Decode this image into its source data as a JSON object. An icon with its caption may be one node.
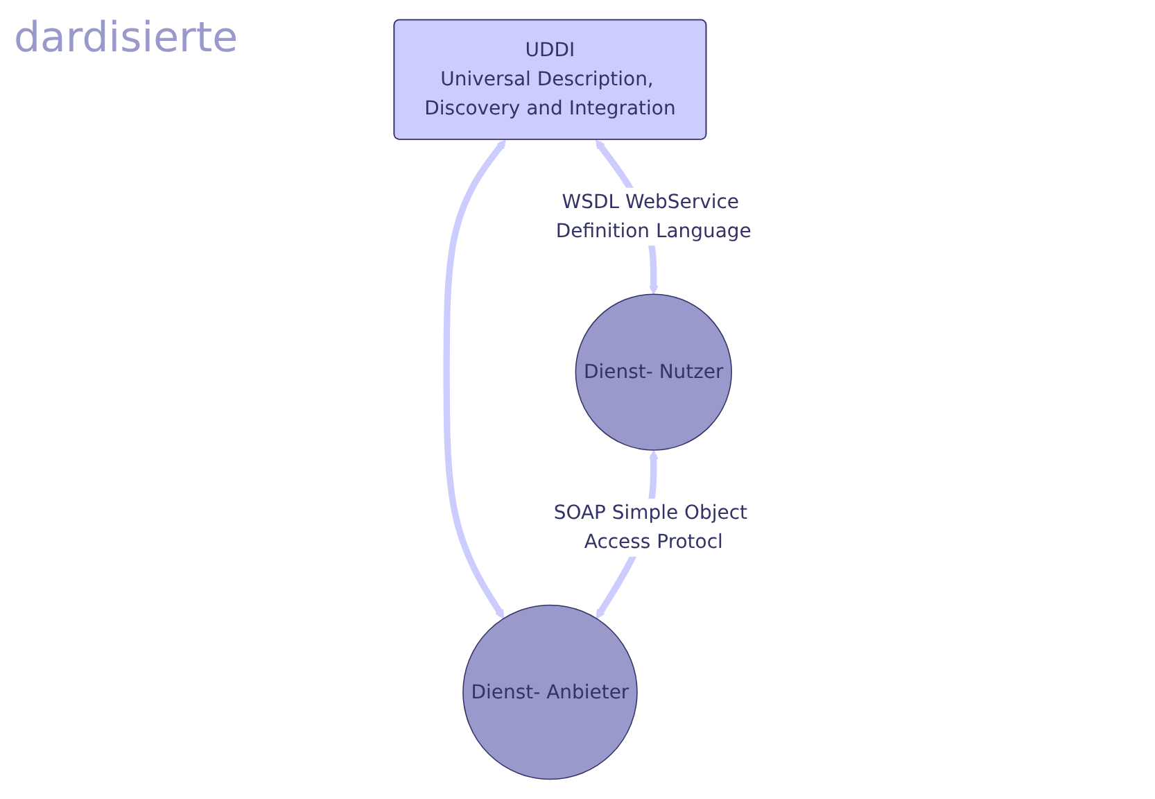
{
  "diagram": {
    "nodes": [
      {
        "text": [
          "UDDI",
          "Universal Description, Discovery and Integration"
        ]
      },
      {
        "text": [
          "Dienst- Nutzer"
        ]
      },
      {
        "text": [
          "Dienst- Anbieter"
        ]
      }
    ],
    "edges": [
      {
        "from": 0,
        "to": 1,
        "arrow": "both",
        "label": "WSDL WebService Definition Language"
      },
      {
        "from": 0,
        "to": 2,
        "arrow": "both"
      },
      {
        "from": 1,
        "to": 2,
        "arrow": "both",
        "label": "SOAP Simple Object Access Protocl"
      }
    ],
    "labels": [
      "dardisierte"
    ]
  }
}
